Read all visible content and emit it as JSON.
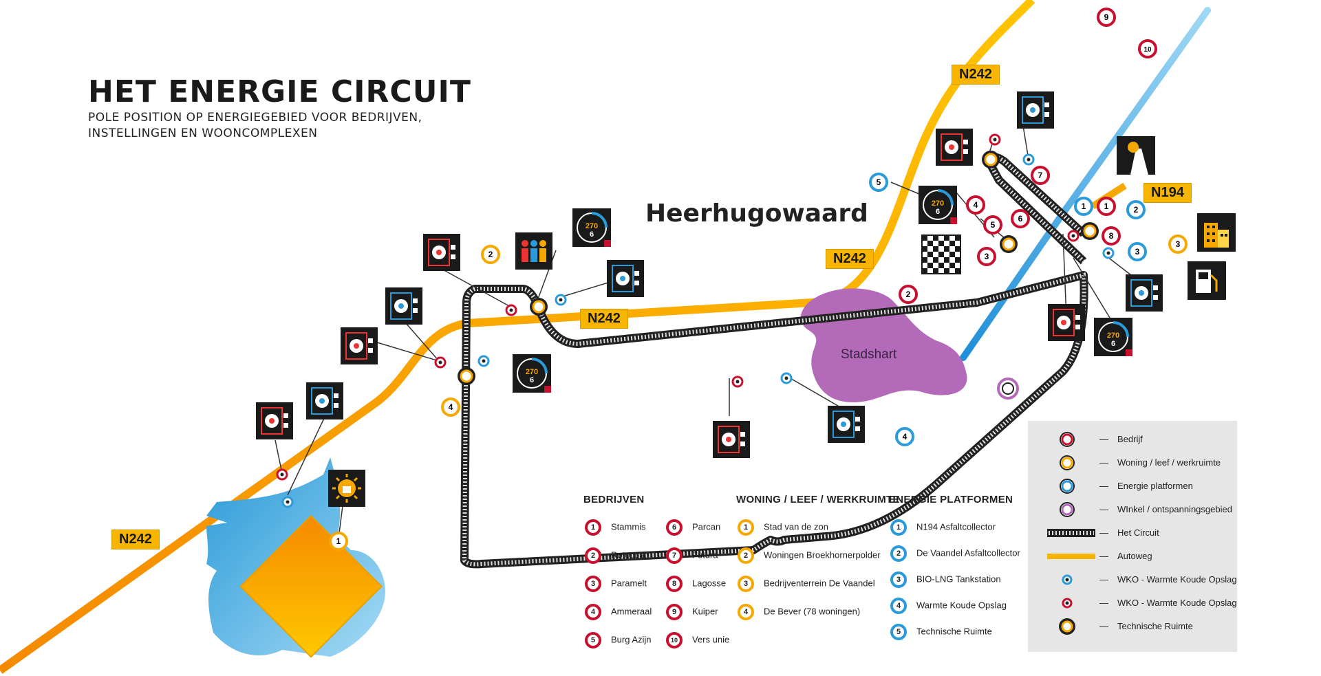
{
  "header": {
    "title": "HET ENERGIE CIRCUIT",
    "subtitle_line1": "POLE POSITION OP ENERGIEGEBIED VOOR BEDRIJVEN,",
    "subtitle_line2": "INSTELLINGEN EN WOONCOMPLEXEN"
  },
  "map": {
    "city_label": "Heerhugowaard",
    "center_label": "Stadshart",
    "road_labels": [
      "N242",
      "N242",
      "N242",
      "N242",
      "N194"
    ]
  },
  "colors": {
    "bedrijf": "#c8102e",
    "woning": "#f7a800",
    "energie": "#2a9ad8",
    "winkel": "#b36ab8",
    "autoweg": "#f7a800",
    "circuit": "#222222",
    "water": "#3aa6e0",
    "stadshart": "#b36ab8"
  },
  "legend": {
    "bedrijven": {
      "title": "BEDRIJVEN",
      "items": [
        {
          "n": "1",
          "label": "Stammis"
        },
        {
          "n": "2",
          "label": "Rotocoat"
        },
        {
          "n": "3",
          "label": "Paramelt"
        },
        {
          "n": "4",
          "label": "Ammeraal"
        },
        {
          "n": "5",
          "label": "Burg Azijn"
        },
        {
          "n": "6",
          "label": "Parcan"
        },
        {
          "n": "7",
          "label": "Futura"
        },
        {
          "n": "8",
          "label": "Lagosse"
        },
        {
          "n": "9",
          "label": "Kuiper"
        },
        {
          "n": "10",
          "label": "Vers unie"
        }
      ]
    },
    "woning": {
      "title": "WONING / LEEF / WERKRUIMTE",
      "items": [
        {
          "n": "1",
          "label": "Stad van de zon"
        },
        {
          "n": "2",
          "label": "Woningen Broekhornerpolder"
        },
        {
          "n": "3",
          "label": "Bedrijventerrein De Vaandel"
        },
        {
          "n": "4",
          "label": "De Bever (78 woningen)"
        }
      ]
    },
    "energie": {
      "title": "ENERGIE PLATFORMEN",
      "items": [
        {
          "n": "1",
          "label": "N194 Asfaltcollector"
        },
        {
          "n": "2",
          "label": "De Vaandel Asfaltcollector"
        },
        {
          "n": "3",
          "label": "BIO-LNG Tankstation"
        },
        {
          "n": "4",
          "label": "Warmte Koude Opslag"
        },
        {
          "n": "5",
          "label": "Technische Ruimte"
        }
      ]
    }
  },
  "key": {
    "items": [
      {
        "symbol": "bedrijf",
        "label": "Bedrijf"
      },
      {
        "symbol": "woning",
        "label": "Woning / leef / werkruimte"
      },
      {
        "symbol": "energie",
        "label": "Energie platformen"
      },
      {
        "symbol": "winkel",
        "label": "WInkel / ontspanningsgebied"
      },
      {
        "symbol": "circuit",
        "label": "Het Circuit"
      },
      {
        "symbol": "autoweg",
        "label": "Autoweg"
      },
      {
        "symbol": "wko-blue",
        "label": "WKO - Warmte Koude Opslag"
      },
      {
        "symbol": "wko-red",
        "label": "WKO - Warmte Koude Opslag"
      },
      {
        "symbol": "technische",
        "label": "Technische Ruimte"
      }
    ],
    "dash": "—"
  },
  "dial": {
    "value": "270",
    "gear": "6"
  }
}
